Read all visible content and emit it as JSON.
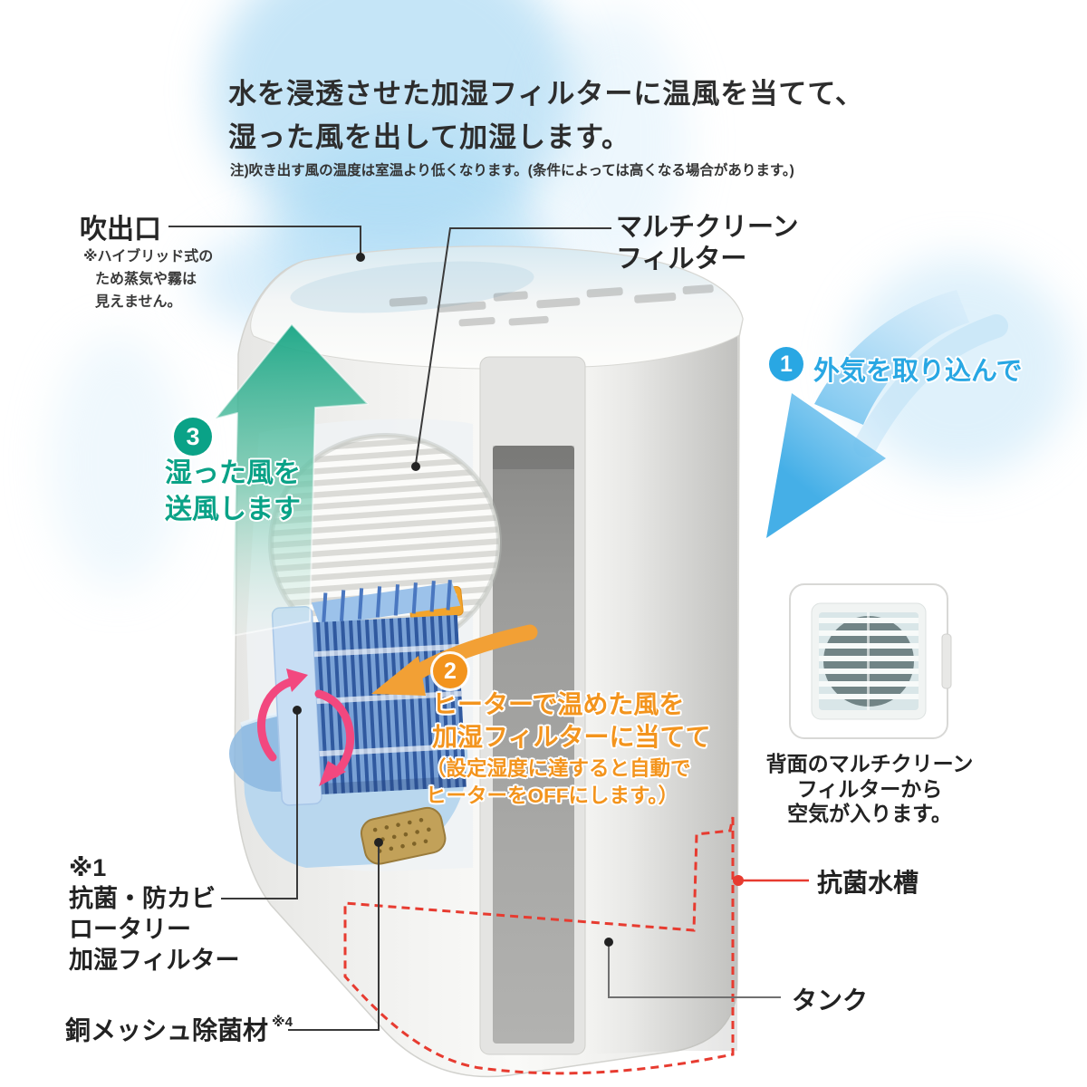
{
  "title": {
    "line1": "水を浸透させた加湿フィルターに温風を当てて、",
    "line2": "湿った風を出して加湿します。",
    "note": "注)吹き出す風の温度は室温より低くなります。(条件によっては高くなる場合があります。)"
  },
  "outlet": {
    "label": "吹出口",
    "note_lines": [
      "※ハイブリッド式の",
      "ため蒸気や霧は",
      "見えません。"
    ]
  },
  "multiclean": {
    "line1": "マルチクリーン",
    "line2": "フィルター"
  },
  "steps": {
    "intake": {
      "num": "1",
      "text": "外気を取り込んで"
    },
    "heat": {
      "num": "2",
      "line1": "ヒーターで温めた風を",
      "line2": "加湿フィルターに当てて",
      "line3": "（設定湿度に達すると自動で",
      "line4": "ヒーターをOFFにします。）"
    },
    "blow": {
      "num": "3",
      "line1": "湿った風を",
      "line2": "送風します"
    }
  },
  "rotary_filter": {
    "ref": "※1",
    "line1": "抗菌・防カビ",
    "line2": "ロータリー",
    "line3": "加湿フィルター"
  },
  "copper_mesh": {
    "label": "銅メッシュ除菌材",
    "ref": "※4"
  },
  "water_tank_label": "抗菌水槽",
  "tank_label": "タンク",
  "back_panel": {
    "line1": "背面のマルチクリーン",
    "line2": "フィルターから",
    "line3": "空気が入ります。"
  },
  "colors": {
    "step_blue": "#29a7e3",
    "step_green": "#0aa287",
    "step_orange": "#f3941d",
    "dashed_red": "#e73b30",
    "arrow_teal": "#17a584",
    "arrow_blue": "#45afe7",
    "filter_blue": "#30599f",
    "copper": "#c2a159"
  }
}
